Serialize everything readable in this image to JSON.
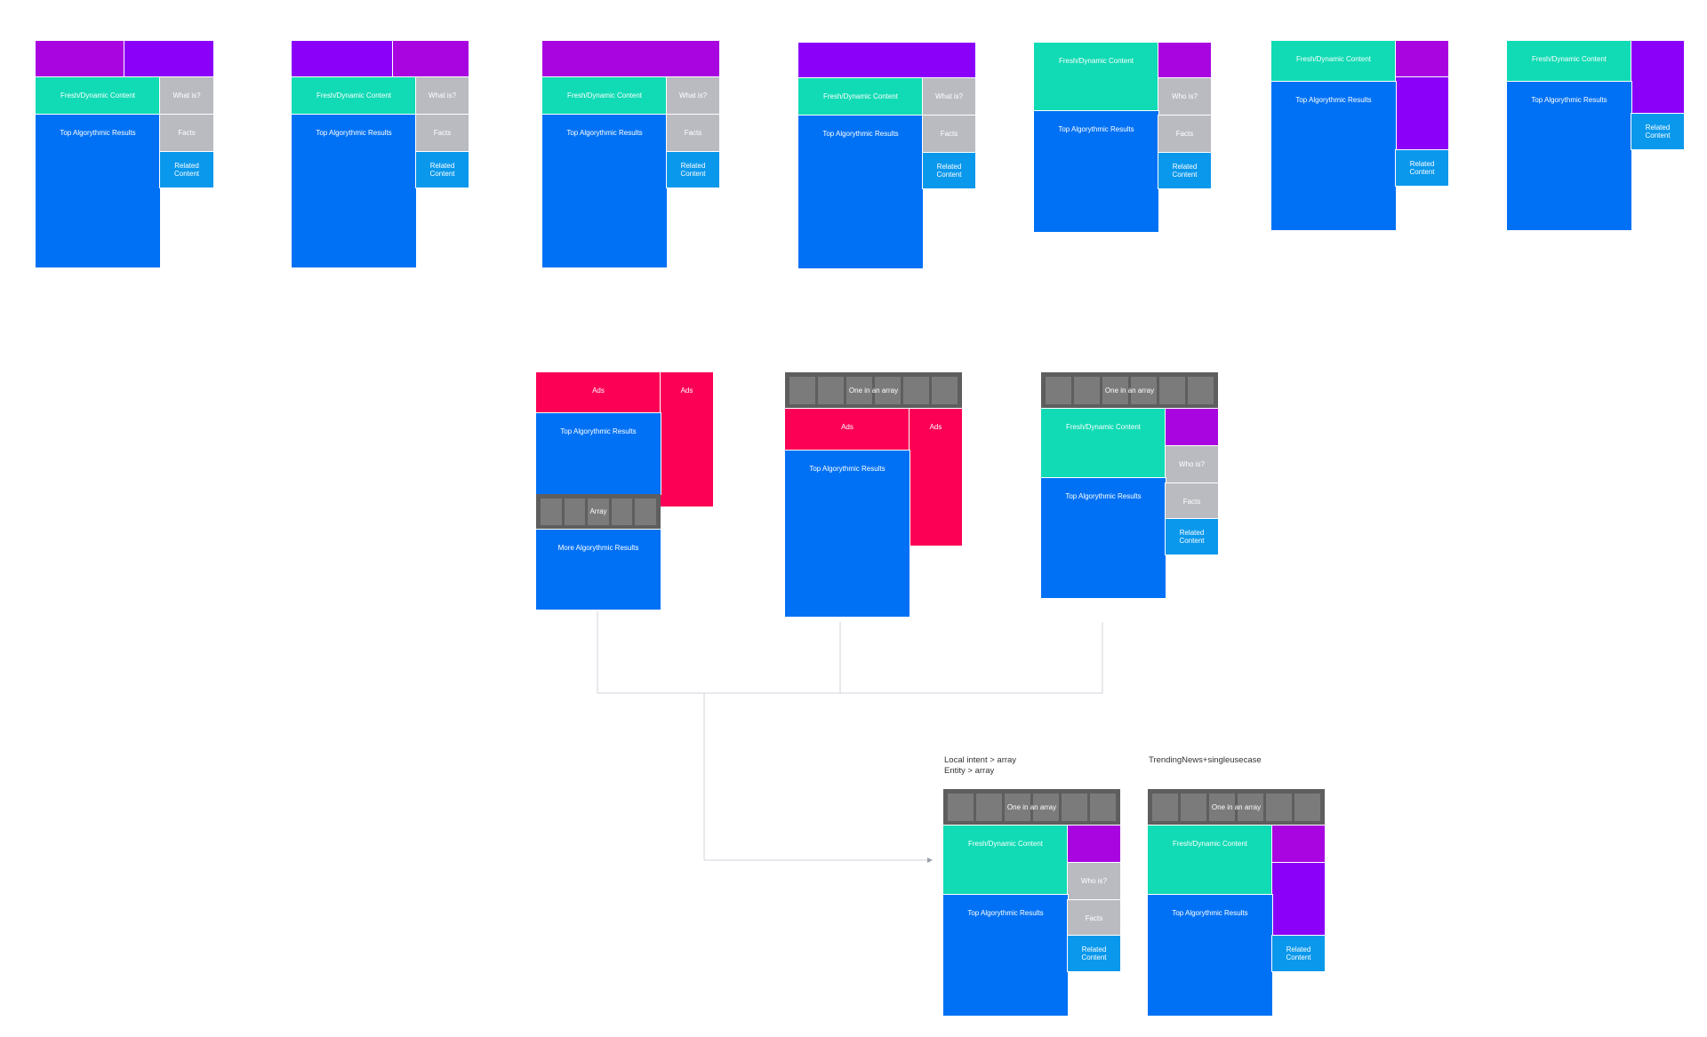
{
  "colors": {
    "magenta": "#a805e0",
    "violet": "#8b00f8",
    "teal": "#10dbb4",
    "blue": "#0071f5",
    "light_blue": "#0a98ec",
    "grey": "#b9bbc1",
    "red": "#fc0056",
    "dark_grey": "#5e5e5e",
    "tile_grey": "#7b7b7b",
    "connector": "#cfd3d8"
  },
  "labels": {
    "fresh": "Fresh/Dynamic Content",
    "top": "Top Algorythmic Results",
    "more": "More Algorythmic Results",
    "what": "What is?",
    "who": "Who is?",
    "facts": "Facts",
    "related": "Related\nContent",
    "ads": "Ads",
    "array": "Array",
    "one_in_array": "One in an array"
  },
  "notes": {
    "local_intent": "Local intent > array\nEntity > array",
    "trending": "TrendingNews+singleusecase"
  }
}
